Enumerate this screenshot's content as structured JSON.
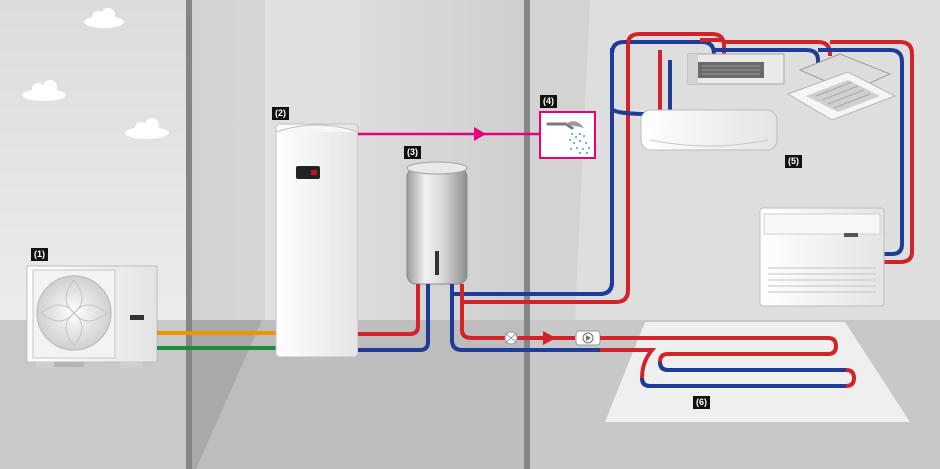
{
  "labels": {
    "l1": "(1)",
    "l2": "(2)",
    "l3": "(3)",
    "l4": "(4)",
    "l5": "(5)",
    "l6": "(6)"
  },
  "colors": {
    "hot_pipe": "#d2232a",
    "cold_pipe": "#1f3c98",
    "refrigerant_liquid": "#f39200",
    "refrigerant_gas": "#1e8c3a",
    "domestic_hot_water": "#e6007e",
    "label_background": "#111111"
  }
}
